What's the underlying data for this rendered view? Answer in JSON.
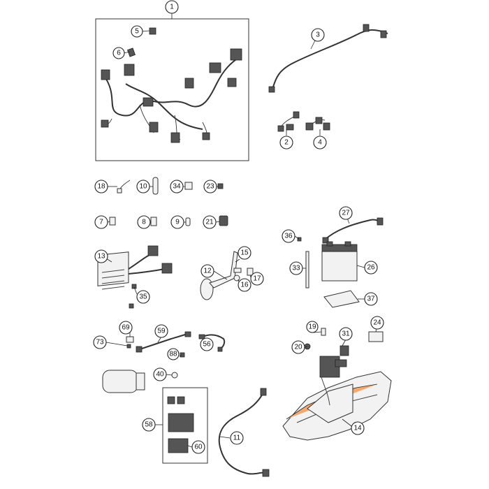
{
  "callouts": [
    {
      "id": "c1",
      "num": "1"
    },
    {
      "id": "c2",
      "num": "2"
    },
    {
      "id": "c3",
      "num": "3"
    },
    {
      "id": "c4",
      "num": "4"
    },
    {
      "id": "c5",
      "num": "5"
    },
    {
      "id": "c6",
      "num": "6"
    },
    {
      "id": "c7",
      "num": "7"
    },
    {
      "id": "c8",
      "num": "8"
    },
    {
      "id": "c9",
      "num": "9"
    },
    {
      "id": "c10",
      "num": "10"
    },
    {
      "id": "c11",
      "num": "11"
    },
    {
      "id": "c12",
      "num": "12"
    },
    {
      "id": "c13",
      "num": "13"
    },
    {
      "id": "c14",
      "num": "14"
    },
    {
      "id": "c15",
      "num": "15"
    },
    {
      "id": "c16",
      "num": "16"
    },
    {
      "id": "c17",
      "num": "17"
    },
    {
      "id": "c18",
      "num": "18"
    },
    {
      "id": "c19",
      "num": "19"
    },
    {
      "id": "c20",
      "num": "20"
    },
    {
      "id": "c21",
      "num": "21"
    },
    {
      "id": "c23",
      "num": "23"
    },
    {
      "id": "c24",
      "num": "24"
    },
    {
      "id": "c26",
      "num": "26"
    },
    {
      "id": "c27",
      "num": "27"
    },
    {
      "id": "c31",
      "num": "31"
    },
    {
      "id": "c33",
      "num": "33"
    },
    {
      "id": "c34",
      "num": "34"
    },
    {
      "id": "c35",
      "num": "35"
    },
    {
      "id": "c36",
      "num": "36"
    },
    {
      "id": "c37",
      "num": "37"
    },
    {
      "id": "c40",
      "num": "40"
    },
    {
      "id": "c56",
      "num": "56"
    },
    {
      "id": "c58",
      "num": "58"
    },
    {
      "id": "c59",
      "num": "59"
    },
    {
      "id": "c60",
      "num": "60"
    },
    {
      "id": "c69",
      "num": "69"
    },
    {
      "id": "c73",
      "num": "73"
    },
    {
      "id": "c88",
      "num": "88"
    }
  ]
}
